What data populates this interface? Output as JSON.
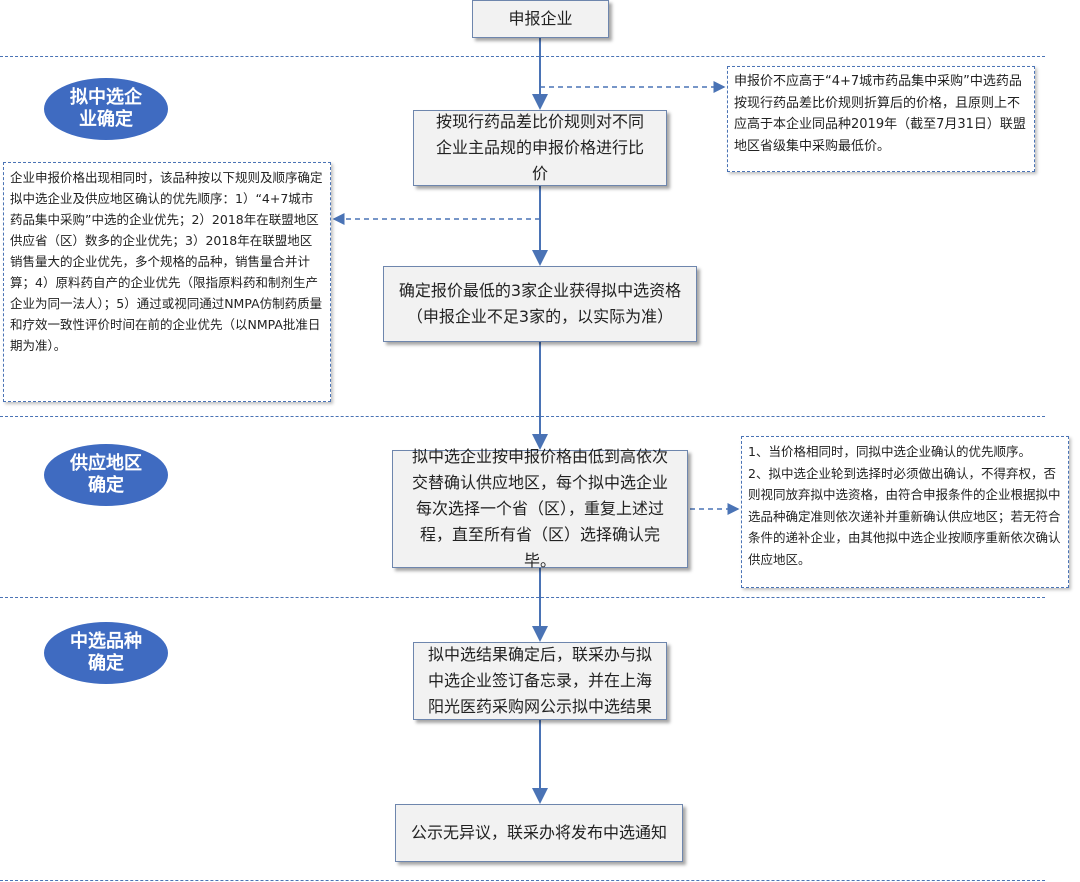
{
  "phases": {
    "phase1": "拟中选企业确定",
    "phase2": "供应地区确定",
    "phase3": "中选品种确定"
  },
  "steps": {
    "s1": "申报企业",
    "s2": "按现行药品差比价规则对不同企业主品规的申报价格进行比价",
    "s3_line1": "确定报价最低的3家企业获得拟中选资格",
    "s3_line2": "（申报企业不足3家的，以实际为准）",
    "s4": "拟中选企业按申报价格由低到高依次交替确认供应地区，每个拟中选企业每次选择一个省（区），重复上述过程，直至所有省（区）选择确认完毕。",
    "s5": "拟中选结果确定后，联采办与拟中选企业签订备忘录，并在上海阳光医药采购网公示拟中选结果",
    "s6": "公示无异议，联采办将发布中选通知"
  },
  "notes": {
    "price_rule": "申报价不应高于“4+7城市药品集中采购”中选药品按现行药品差比价规则折算后的价格，且原则上不应高于本企业同品种2019年（截至7月31日）联盟地区省级集中采购最低价。",
    "tie_rule": "企业申报价格出现相同时，该品种按以下规则及顺序确定拟中选企业及供应地区确认的优先顺序：1）“4+7城市药品集中采购”中选的企业优先；2）2018年在联盟地区供应省（区）数多的企业优先；3）2018年在联盟地区销售量大的企业优先，多个规格的品种，销售量合并计算；4）原料药自产的企业优先（限指原料药和制剂生产企业为同一法人）；5）通过或视同通过NMPA仿制药质量和疗效一致性评价时间在前的企业优先（以NMPA批准日期为准）。",
    "supply_rule_1": "1、当价格相同时，同拟中选企业确认的优先顺序。",
    "supply_rule_2": "2、拟中选企业轮到选择时必须做出确认，不得弃权，否则视同放弃拟中选资格，由符合申报条件的企业根据拟中选品种确定准则依次递补并重新确认供应地区；若无符合条件的递补企业，由其他拟中选企业按顺序重新依次确认供应地区。"
  },
  "colors": {
    "oval_fill": "#3f6bc1",
    "box_fill": "#f2f2f2",
    "connector": "#4a73b5"
  }
}
